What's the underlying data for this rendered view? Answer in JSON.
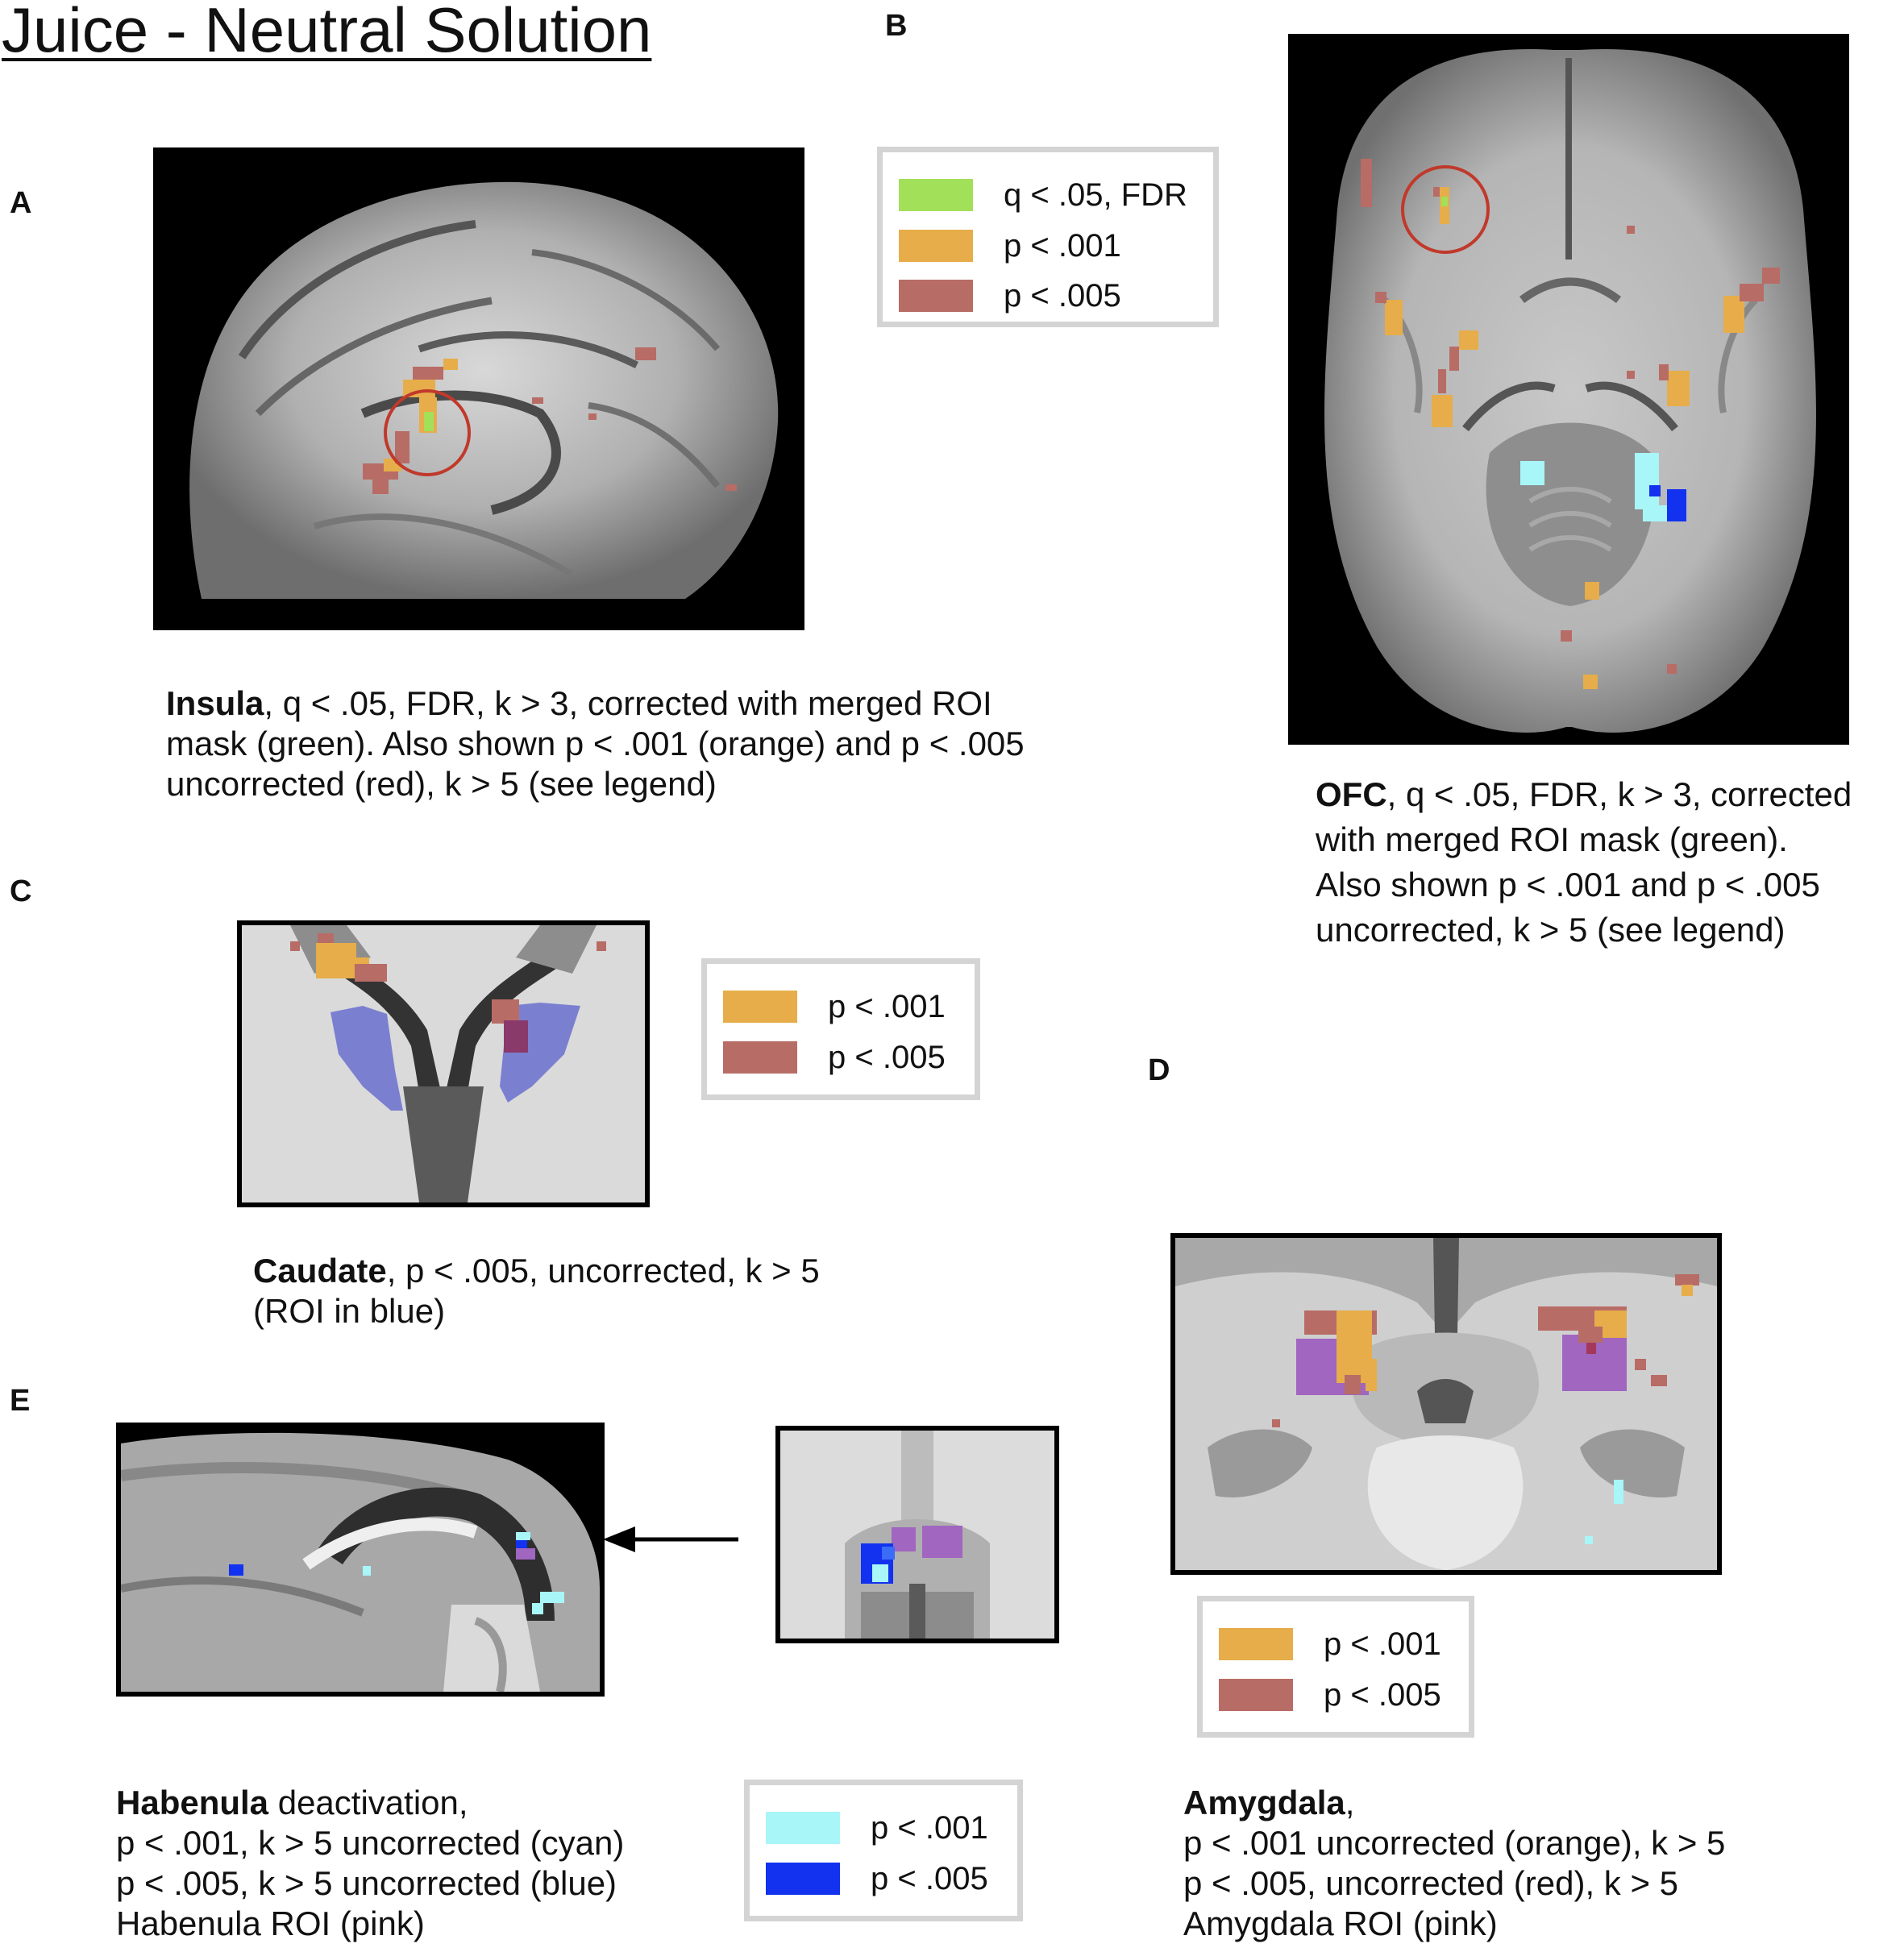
{
  "title": "Juice - Neutral Solution",
  "panels": {
    "A": {
      "letter": "A",
      "caption_bold": "Insula",
      "caption_lines": [
        ", q < .05, FDR, k > 3, corrected with merged ROI",
        "mask (green). Also shown p < .001 (orange) and p < .005",
        "uncorrected (red), k > 5 (see legend)"
      ]
    },
    "B": {
      "letter": "B",
      "caption_bold": "OFC",
      "caption_lines": [
        ", q < .05, FDR, k > 3, corrected",
        "with merged ROI mask (green).",
        "Also shown p < .001 and p < .005",
        "uncorrected, k > 5 (see legend)"
      ]
    },
    "C": {
      "letter": "C",
      "caption_bold": "Caudate",
      "caption_lines": [
        ", p < .005, uncorrected, k > 5",
        "(ROI in blue)"
      ]
    },
    "D": {
      "letter": "D",
      "caption_bold": "Amygdala",
      "caption_lines": [
        ",",
        "p < .001 uncorrected (orange), k > 5",
        "p < .005, uncorrected (red), k > 5",
        "Amygdala ROI (pink)"
      ]
    },
    "E": {
      "letter": "E",
      "caption_bold": "Habenula",
      "caption_lines": [
        " deactivation,",
        "p < .001, k > 5 uncorrected (cyan)",
        "p < .005, k > 5 uncorrected (blue)",
        "Habenula ROI (pink)"
      ]
    }
  },
  "legends": {
    "main": [
      {
        "label": "q < .05, FDR",
        "color": "#a3e05a"
      },
      {
        "label": "p < .001",
        "color": "#e6ad4a"
      },
      {
        "label": "p < .005",
        "color": "#b86c66"
      }
    ],
    "caudate": [
      {
        "label": "p < .001",
        "color": "#e6ad4a"
      },
      {
        "label": "p < .005",
        "color": "#b86c66"
      }
    ],
    "amygdala": [
      {
        "label": "p < .001",
        "color": "#e6ad4a"
      },
      {
        "label": "p < .005",
        "color": "#b86c66"
      }
    ],
    "habenula": [
      {
        "label": "p < .001",
        "color": "#a8f6f8"
      },
      {
        "label": "p < .005",
        "color": "#1232f0"
      }
    ]
  },
  "colors": {
    "fdr_green": "#a3e05a",
    "p001_orange": "#e6ad4a",
    "p005_red": "#b86c66",
    "roi_blue": "#7b7fd0",
    "roi_pink": "#a066c0",
    "deact_cyan": "#a8f6f8",
    "deact_blue": "#1232f0",
    "circle_red": "#c0392b"
  }
}
